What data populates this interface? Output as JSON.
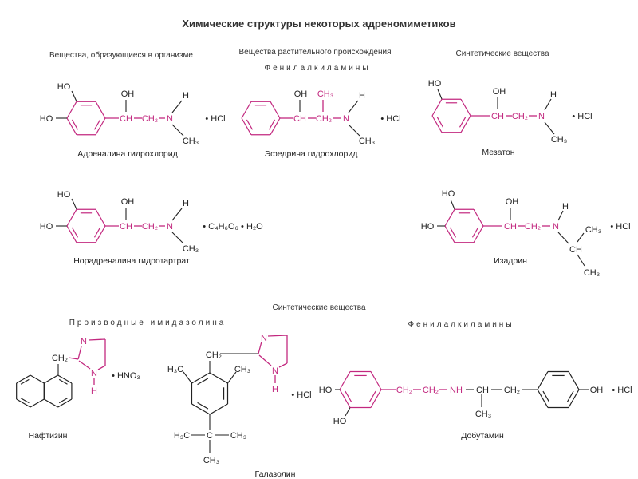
{
  "title": "Химические структуры некоторых адреномиметиков",
  "sections": {
    "endogenous": "Вещества, образующиеся в организме",
    "plant": "Вещества растительного происхождения",
    "phenylalkylamines": "Фенилалкиламины",
    "synthetic": "Синтетические вещества",
    "synthetic_bottom": "Синтетические вещества",
    "imidazoline_derivatives": "Производные имидазолина",
    "phenylalkylamines_bottom": "Фенилалкиламины"
  },
  "colors": {
    "accent": "#c2287f",
    "ink": "#222222"
  },
  "compounds": {
    "adrenaline": {
      "name": "Адреналина гидрохлорид",
      "atoms": [
        "HO",
        "HO",
        "OH",
        "CH",
        "CH₂",
        "N",
        "H",
        "CH₃",
        "• HCl"
      ]
    },
    "ephedrine": {
      "name": "Эфедрина гидрохлорид",
      "atoms": [
        "OH",
        "CH₃",
        "CH",
        "CH₂",
        "N",
        "H",
        "CH₃",
        "• HCl"
      ]
    },
    "mesaton": {
      "name": "Мезатон",
      "atoms": [
        "HO",
        "OH",
        "CH",
        "CH₂",
        "N",
        "H",
        "CH₃",
        "• HCl"
      ]
    },
    "noradrenaline": {
      "name": "Норадреналина гидротартрат",
      "atoms": [
        "HO",
        "HO",
        "OH",
        "CH",
        "CH₂",
        "N",
        "H",
        "CH₃",
        "• C₄H₆O₆ • H₂O"
      ]
    },
    "isadrine": {
      "name": "Изадрин",
      "atoms": [
        "HO",
        "HO",
        "OH",
        "CH",
        "CH₂",
        "N",
        "H",
        "CH₃",
        "CH",
        "CH₃",
        "• HCl"
      ]
    },
    "naphthyzine": {
      "name": "Нафтизин",
      "atoms": [
        "CH₂",
        "N",
        "N",
        "H",
        "• HNO₃"
      ]
    },
    "galazoline": {
      "name": "Галазолин",
      "atoms": [
        "CH₂",
        "H₃C",
        "CH₃",
        "N",
        "N",
        "H",
        "• HCl",
        "C",
        "H₃C",
        "CH₃",
        "CH₃"
      ]
    },
    "dobutamine": {
      "name": "Добутамин",
      "atoms": [
        "HO",
        "HO",
        "CH₂",
        "CH₂",
        "NH",
        "CH",
        "CH₂",
        "CH₃",
        "OH",
        "• HCl"
      ]
    }
  }
}
